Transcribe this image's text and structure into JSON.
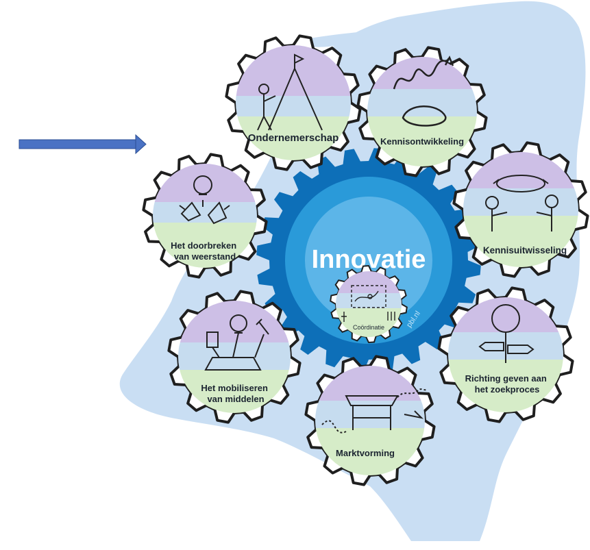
{
  "colors": {
    "map": "#c9def3",
    "arrow": "#4a72c4",
    "arrow_stroke": "#2c4f93",
    "gear_outer": "#0d6fb8",
    "gear_inner": "#2a9ad9",
    "gear_center": "#5cb5e8",
    "small_gear_outline": "#1f1f1f",
    "band_top": "#cdbfe6",
    "band_mid": "#c6dcef",
    "band_low": "#d6ecc8"
  },
  "center": {
    "title": "Innovatie",
    "site": "pbl.nl",
    "core_label": "Coördinatie"
  },
  "gears": [
    {
      "label_lines": [
        "Ondernemerschap"
      ],
      "icon": "mountain-climber-icon"
    },
    {
      "label_lines": [
        "Kennisontwikkeling"
      ],
      "icon": "brain-rock-icon"
    },
    {
      "label_lines": [
        "Kennisuitwisseling"
      ],
      "icon": "conversation-icon"
    },
    {
      "label_lines": [
        "Richting geven aan",
        "het zoekproces"
      ],
      "icon": "signpost-icon"
    },
    {
      "label_lines": [
        "Marktvorming"
      ],
      "icon": "market-stall-icon"
    },
    {
      "label_lines": [
        "Het mobiliseren",
        "van middelen"
      ],
      "icon": "tools-resources-icon"
    },
    {
      "label_lines": [
        "Het doorbreken",
        "van weerstand"
      ],
      "icon": "breaking-barrier-icon"
    }
  ]
}
